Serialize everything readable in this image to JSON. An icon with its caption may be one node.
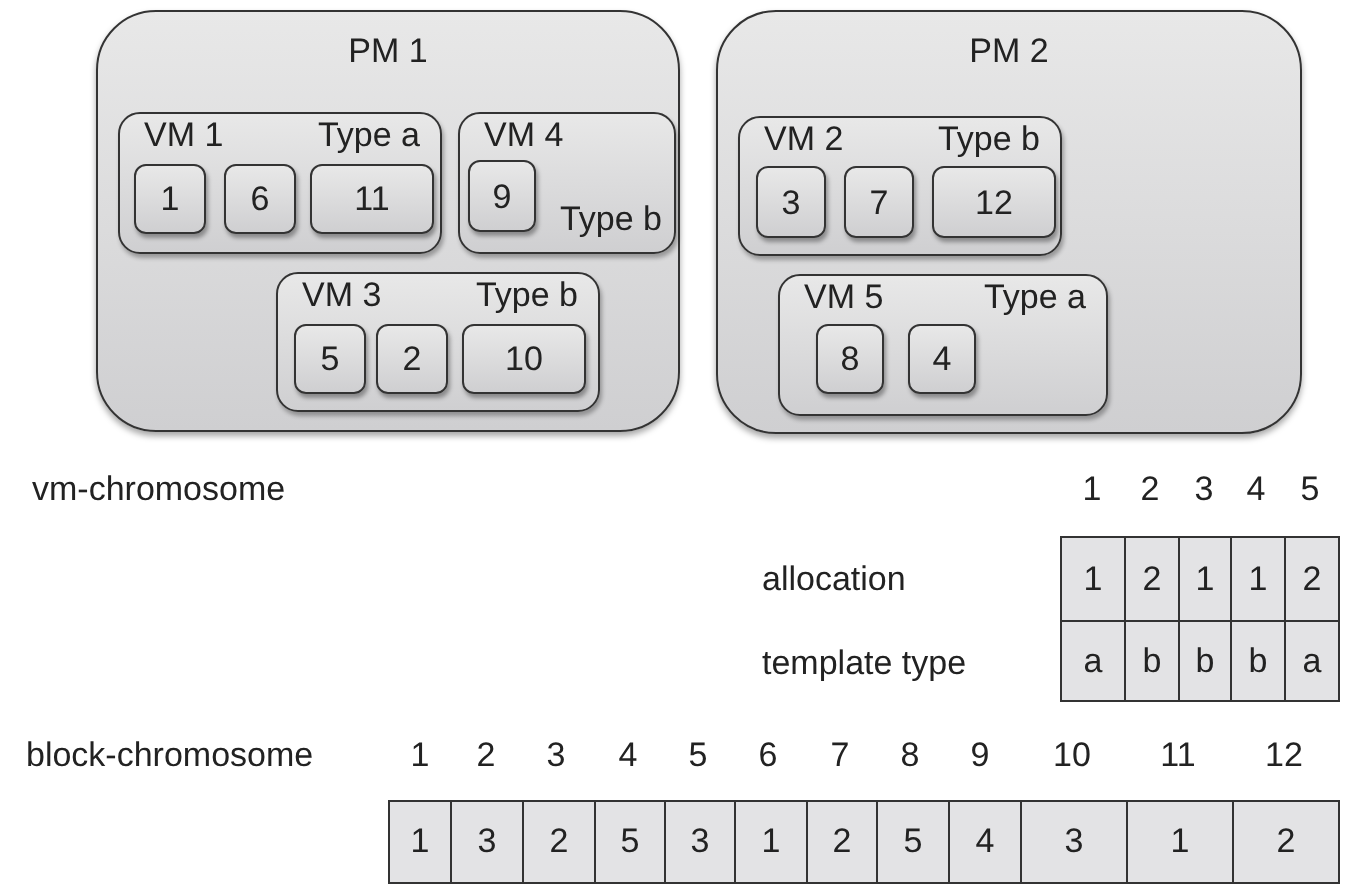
{
  "diagram": {
    "nodes": [
      {
        "text": [
          "PM 1"
        ]
      },
      {
        "text": [
          "VM 1",
          "Type a"
        ],
        "in": 0
      },
      {
        "text": [
          "1"
        ],
        "in": 1
      },
      {
        "text": [
          "6"
        ],
        "in": 1
      },
      {
        "text": [
          "11"
        ],
        "in": 1
      },
      {
        "text": [
          "VM 4",
          "Type b"
        ],
        "in": 0
      },
      {
        "text": [
          "9"
        ],
        "in": 5
      },
      {
        "text": [
          "VM 3",
          "Type b"
        ],
        "in": 0
      },
      {
        "text": [
          "5"
        ],
        "in": 7
      },
      {
        "text": [
          "2"
        ],
        "in": 7
      },
      {
        "text": [
          "10"
        ],
        "in": 7
      },
      {
        "text": [
          "PM 2"
        ]
      },
      {
        "text": [
          "VM 2",
          "Type b"
        ],
        "in": 11
      },
      {
        "text": [
          "3"
        ],
        "in": 12
      },
      {
        "text": [
          "7"
        ],
        "in": 12
      },
      {
        "text": [
          "12"
        ],
        "in": 12
      },
      {
        "text": [
          "VM 5",
          "Type a"
        ],
        "in": 11
      },
      {
        "text": [
          "8"
        ],
        "in": 16
      },
      {
        "text": [
          "4"
        ],
        "in": 16
      }
    ],
    "labels": [
      "vm-chromosome",
      "1",
      "2",
      "3",
      "4",
      "5",
      "allocation",
      "1",
      "2",
      "1",
      "1",
      "2",
      "template type",
      "a",
      "b",
      "b",
      "b",
      "a",
      "block-chromosome",
      "1",
      "2",
      "3",
      "4",
      "5",
      "6",
      "7",
      "8",
      "9",
      "10",
      "11",
      "12",
      "1",
      "3",
      "2",
      "5",
      "3",
      "1",
      "2",
      "5",
      "4",
      "3",
      "1",
      "2"
    ]
  }
}
